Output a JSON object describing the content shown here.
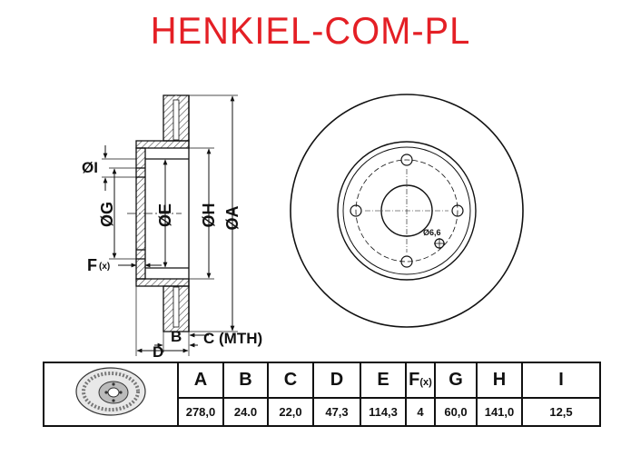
{
  "brand": {
    "text": "HENKIEL-COM-PL",
    "color": "#e41f25"
  },
  "labels": {
    "dia_a": "ØA",
    "dia_h": "ØH",
    "dia_e": "ØE",
    "dia_g": "ØG",
    "dia_i": "ØI",
    "f_prefix": "F",
    "f_suffix": "(x)",
    "b": "B",
    "c": "C (MTH)",
    "d": "D",
    "hole": "Ø6,6"
  },
  "spec_table": {
    "headers": [
      "A",
      "B",
      "C",
      "D",
      "E",
      "F",
      "G",
      "H",
      "I"
    ],
    "f_header_suffix": "(x)",
    "values": [
      "278,0",
      "24.0",
      "22,0",
      "47,3",
      "114,3",
      "4",
      "60,0",
      "141,0",
      "12,5"
    ]
  },
  "drawing": {
    "stroke": "#111111",
    "hatch": "#444444"
  }
}
